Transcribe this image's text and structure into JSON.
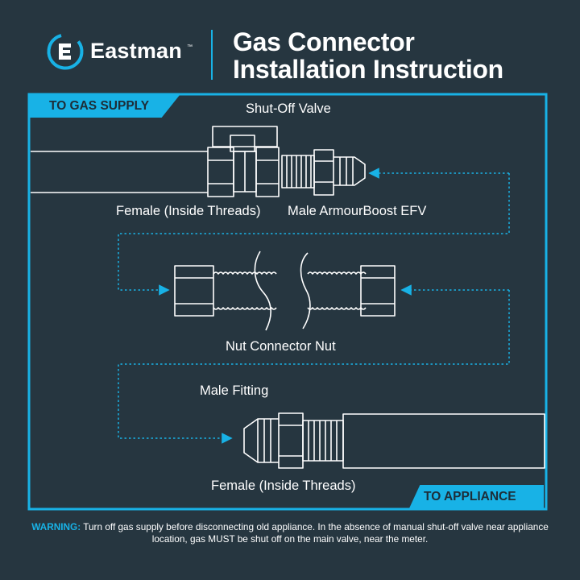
{
  "header": {
    "brand": "Eastman",
    "trademark": "™",
    "title_line1": "Gas Connector",
    "title_line2": "Installation Instruction"
  },
  "tabs": {
    "to_gas_supply": "TO GAS SUPPLY",
    "to_appliance": "TO APPLIANCE"
  },
  "labels": {
    "shut_off_valve": "Shut-Off Valve",
    "female_top": "Female (Inside Threads)",
    "male_efv": "Male ArmourBoost EFV",
    "nut_connector_nut": "Nut Connector Nut",
    "male_fitting": "Male Fitting",
    "female_bottom": "Female (Inside Threads)"
  },
  "warning": {
    "heading": "WARNING:",
    "text": " Turn off gas supply before disconnecting old appliance. In the absence of manual shut-off valve near appliance location, gas MUST be shut off on the main valve, near the meter."
  },
  "colors": {
    "background": "#263640",
    "accent": "#18b2e6",
    "line": "#ffffff"
  }
}
